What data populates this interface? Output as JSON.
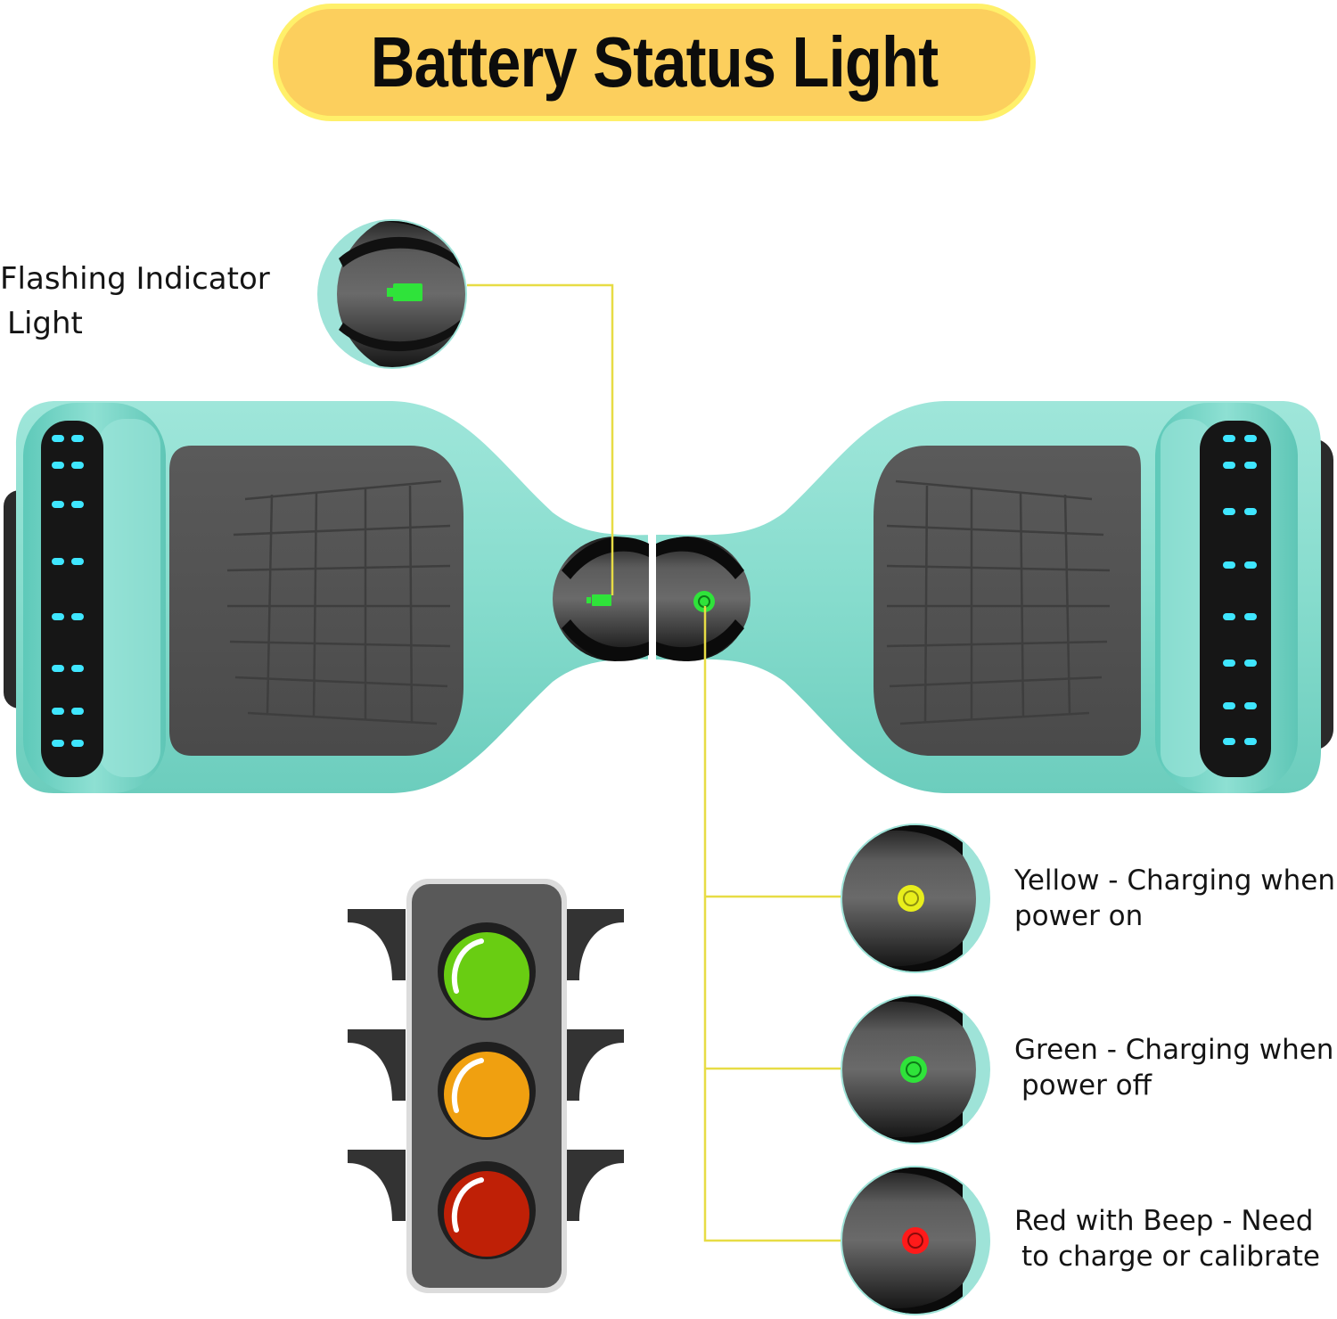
{
  "title": "Battery Status Light",
  "flashing_indicator": {
    "line1": "Flashing Indicator",
    "line2": "Light"
  },
  "status_lights": [
    {
      "line1": "Yellow - Charging when",
      "line2": "power on",
      "color": "#e8ee1c"
    },
    {
      "line1": "Green - Charging when",
      "line2": "power off",
      "color": "#2fe33a"
    },
    {
      "line1": "Red with Beep - Need",
      "line2": "to charge or calibrate",
      "color": "#ff1a1a"
    }
  ],
  "colors": {
    "title_bg": "#fccf5d",
    "title_border": "#fff06a",
    "body_teal": "#7fd9cb",
    "wheel_led": "#3fe6ff",
    "leader_line": "#e7dc45",
    "battery_icon": "#2fe33a"
  },
  "traffic_light": {
    "lamps": [
      "green",
      "orange",
      "red"
    ],
    "lamp_colors": [
      "#69cd12",
      "#f0a010",
      "#bf2006"
    ]
  }
}
